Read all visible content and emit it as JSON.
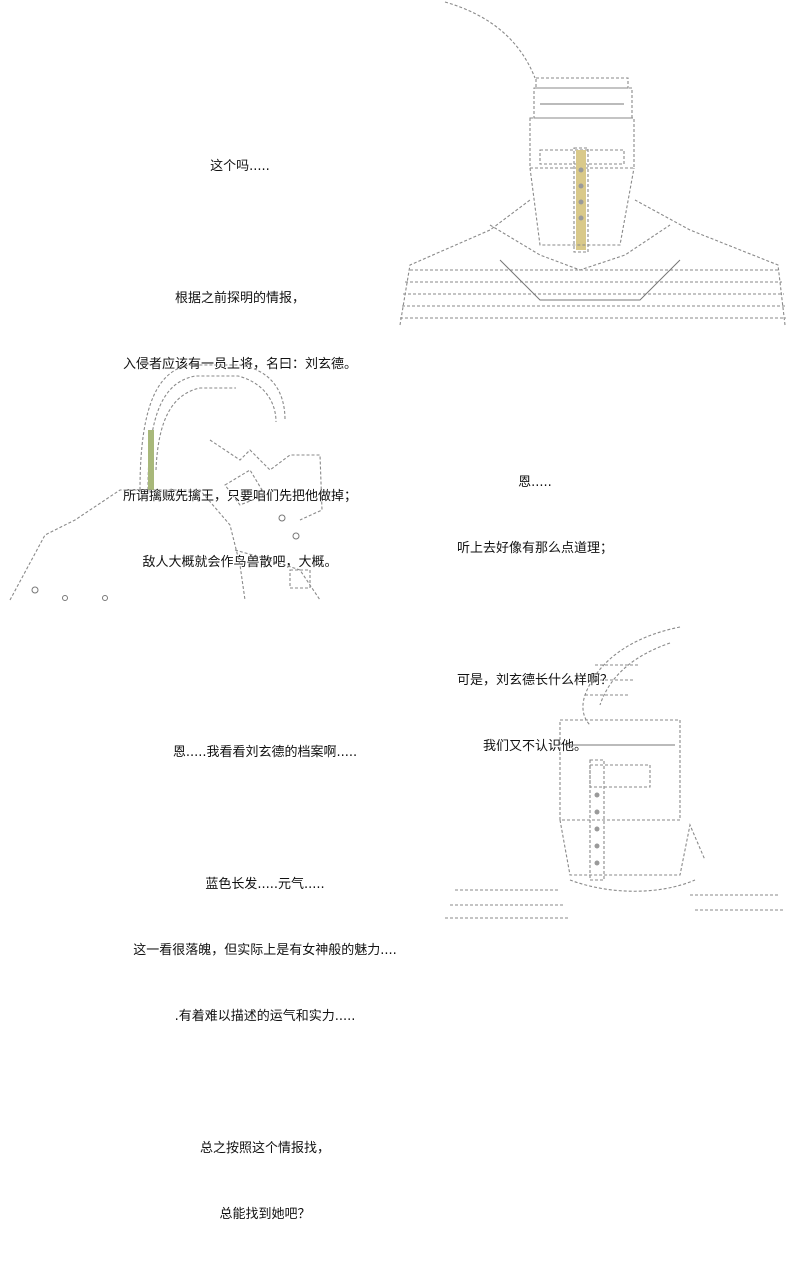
{
  "panel1": {
    "lines": [
      "这个吗.....",
      "",
      "根据之前探明的情报，",
      "入侵者应该有一员上将，名曰：刘玄德。",
      "",
      "所谓擒贼先擒王，只要咱们先把他做掉；",
      "敌人大概就会作鸟兽散吧，大概。"
    ]
  },
  "panel2": {
    "lines": [
      "恩.....",
      "听上去好像有那么点道理；",
      "",
      "可是，刘玄德长什么样啊？",
      "我们又不认识他。"
    ]
  },
  "panel3": {
    "lines": [
      "恩.....我看看刘玄德的档案啊.....",
      "",
      "蓝色长发.....元气.....",
      "这一看很落魄，但实际上是有女神般的魅力....",
      ".有着难以描述的运气和实力.....",
      "",
      "总之按照这个情报找，",
      "总能找到她吧？"
    ]
  },
  "art": {
    "knight_top": {
      "icon": "bucket-helmet-knight-ascii-art"
    },
    "hooded_figure": {
      "icon": "hooded-figure-ascii-art"
    },
    "knight_bottom": {
      "icon": "knight-with-plume-ascii-art"
    }
  }
}
